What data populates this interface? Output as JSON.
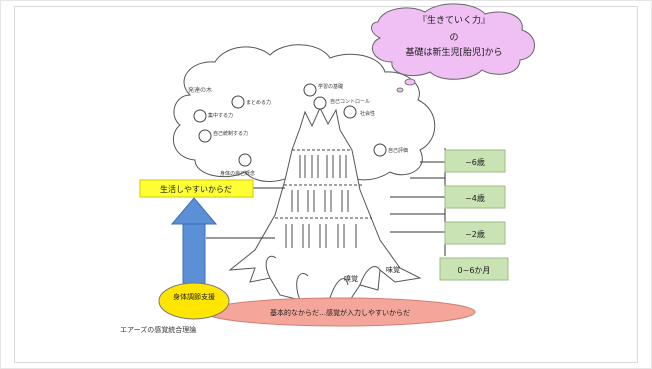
{
  "cloud": {
    "line1": "『生きていく力』",
    "line2": "の",
    "line3": "基礎は新生児[胎児]から"
  },
  "tree_top_label": "発達の木",
  "apple_labels": [
    "集中する力",
    "まとめる力",
    "自己統制する力",
    "学習の基礎",
    "自己コントロール",
    "社会性",
    "自己評価",
    "身体の自己概念"
  ],
  "left_label": "生活しやすいからだ",
  "ages": [
    "~6歳",
    "~4歳",
    "~2歳",
    "0~6か月"
  ],
  "bottom_oval": "基本的なからだ…感覚が入力しやすいからだ",
  "yellow_oval": "身体調節支援",
  "footer": "エアーズの感覚統合理論",
  "root_labels": [
    "嗅覚",
    "味覚"
  ],
  "colors": {
    "cloud": "#f0c0f5",
    "left_label_bg": "#ffff33",
    "arrow": "#5b8fd6",
    "yellow_oval": "#ffe600",
    "bottom_oval": "#f4a69a",
    "age_box": "#c9e3b4"
  }
}
